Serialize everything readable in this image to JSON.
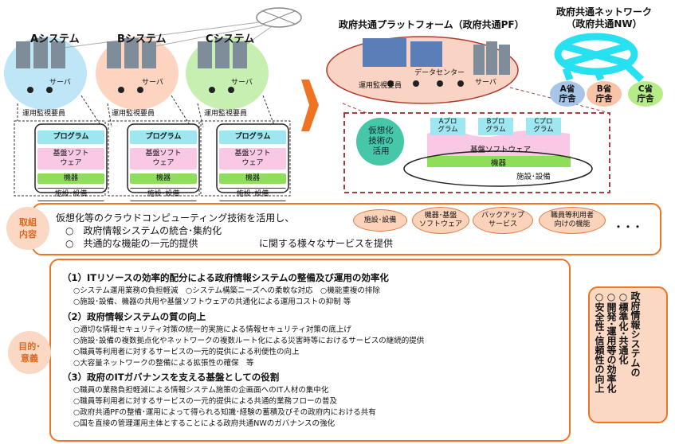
{
  "systems": [
    {
      "name": "Aシステム",
      "server": "サーバ",
      "staff": "運用監視要員",
      "color": "#bfe6f6"
    },
    {
      "name": "Bシステム",
      "server": "サーバ",
      "staff": "運用監視要員",
      "color": "#fcd4c0"
    },
    {
      "name": "Cシステム",
      "server": "サーバ",
      "staff": "運用監視要員",
      "color": "#c8efb2"
    }
  ],
  "stack_layers": {
    "program": "プログラム",
    "middleware": "基盤ソフト\nウェア",
    "hardware": "機器",
    "facilities": "施設･設備"
  },
  "platform": {
    "title": "政府共通プラットフォーム（政府共通PF）",
    "datacenter": "データセンター",
    "server": "サーバ",
    "staff": "運用監視要員",
    "virtualization": "仮想化\n技術の\n活用",
    "programs": [
      "Aプロ\nグラム",
      "Bプロ\nグラム",
      "Cプロ\nグラム"
    ],
    "middleware": "基盤ソフトウェア",
    "hardware": "機器",
    "facilities": "施設･設備"
  },
  "network": {
    "title": "政府共通ネットワーク\n（政府共通NW）",
    "offices": [
      "A省\n庁舎",
      "B省\n庁舎",
      "C省\n庁舎"
    ]
  },
  "efforts": {
    "label": "取組\n内容",
    "line1": "仮想化等のクラウドコンピューティング技術を活用し、",
    "bullet1": "○　政府情報システムの統合･集約化",
    "bullet2": "○　共通的な機能の一元的提供",
    "suffix": "に関する様々なサービスを提供",
    "services": [
      "施設･設備",
      "機器･基盤\nソフトウェア",
      "バックアップ\nサービス",
      "職員等利用者\n向けの機能"
    ],
    "ellipsis": "・・・"
  },
  "purpose": {
    "label": "目的･\n意義",
    "sections": [
      {
        "heading": "（1）ITリソースの効率的配分による政府情報システムの整備及び運用の効率化",
        "items": [
          "○システム運用業務の負担軽減　○システム構築ニーズへの柔軟な対応　○機能重複の排除",
          "○施設･設備、機器の共用や基盤ソフトウェアの共通化による運用コストの抑制 等"
        ]
      },
      {
        "heading": "（2）政府情報システムの質の向上",
        "items": [
          "○適切な情報セキュリティ対策の統一的実施による情報セキュリティ対策の底上げ",
          "○施設･設備の複数拠点化やネットワークの複数ルート化による災害時等におけるサービスの継続的提供",
          "○職員等利用者に対するサービスの一元的提供による利便性の向上",
          "○大容量ネットワークの整備による拡張性の確保　等"
        ]
      },
      {
        "heading": "（3）政府のITガバナンスを支える基盤としての役割",
        "items": [
          "○職員の業務負担軽減による情報システム施策の企画面へのIT人材の集中化",
          "○職員等利用者に対するサービスの一元的提供による共通的業務フローの普及",
          "○政府共通PFの整備･運用によって得られる知識･経験の蓄積及びその政府内における共有",
          "○国を直接の管理運用主体とすることによる政府共通NWのガバナンスの強化"
        ]
      }
    ],
    "side_box": "政府情報システムの\n○標準化･共通化\n○開発･運用等の効率化\n○安全性･信頼性の向上"
  },
  "colors": {
    "accent": "#ee7322",
    "program": "#9ee6f0",
    "middleware": "#f8c8e4",
    "hardware": "#8ede5a",
    "network": "#27e0f0"
  }
}
